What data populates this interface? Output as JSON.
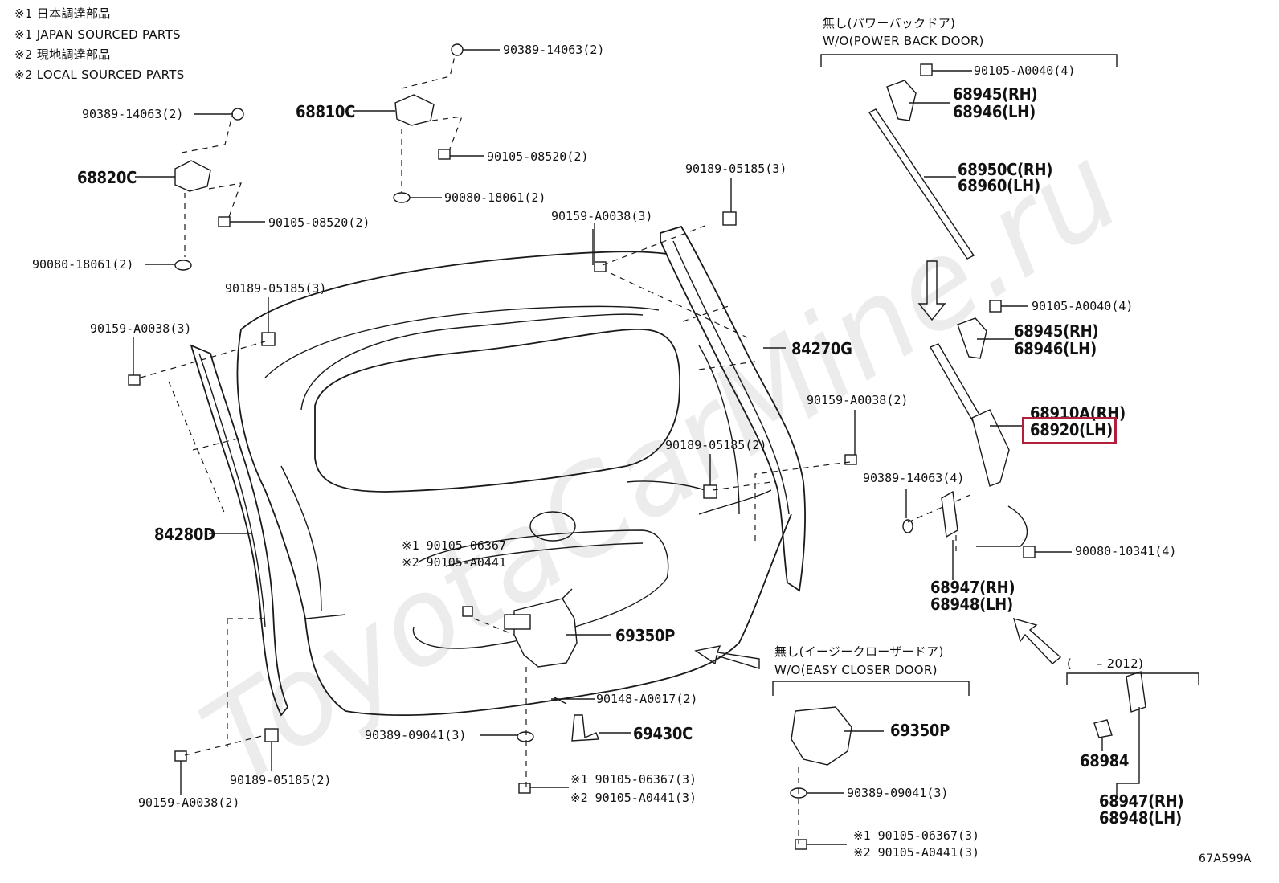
{
  "watermark": "ToyotaCarMine.ru",
  "image_code": "67A599A",
  "notes": [
    "※1 日本調達部品",
    "※1 JAPAN SOURCED PARTS",
    "※2 現地調達部品",
    "※2 LOCAL SOURCED PARTS"
  ],
  "groups": {
    "wo_power_back_door_jp": "無し(パワーバックドア)",
    "wo_power_back_door_en": "W/O(POWER BACK DOOR)",
    "wo_easy_closer_jp": "無し(イージークローザードア)",
    "wo_easy_closer_en": "W/O(EASY CLOSER DOOR)",
    "year_range": "(　　– 2012)"
  },
  "labels": {
    "p90389_14063_2a": "90389-14063(2)",
    "p90389_14063_2b": "90389-14063(2)",
    "p68810C": "68810C",
    "p90105_08520_2a": "90105-08520(2)",
    "p90080_18061_2a": "90080-18061(2)",
    "p68820C": "68820C",
    "p90105_08520_2b": "90105-08520(2)",
    "p90080_18061_2b": "90080-18061(2)",
    "p90189_05185_3a": "90189-05185(3)",
    "p90159_A0038_3a": "90159-A0038(3)",
    "p90189_05185_3b": "90189-05185(3)",
    "p90159_A0038_3b": "90159-A0038(3)",
    "p84270G": "84270G",
    "p90159_A0038_2a": "90159-A0038(2)",
    "p90189_05185_2a": "90189-05185(2)",
    "p84280D": "84280D",
    "p90105_06367": "※1 90105-06367",
    "p90105_A0441": "※2 90105-A0441",
    "p69350P_a": "69350P",
    "p90148_A0017": "90148-A0017(2)",
    "p90389_09041_3a": "90389-09041(3)",
    "p69430C": "69430C",
    "p90105_06367_3a": "※1 90105-06367(3)",
    "p90105_A0441_3a": "※2 90105-A0441(3)",
    "p90189_05185_2b": "90189-05185(2)",
    "p90159_A0038_2b": "90159-A0038(2)",
    "p90105_A0040_4a": "90105-A0040(4)",
    "p68945_RH_a": "68945(RH)",
    "p68946_LH_a": "68946(LH)",
    "p68950C_RH": "68950C(RH)",
    "p68960_LH": "68960(LH)",
    "p90105_A0040_4b": "90105-A0040(4)",
    "p68945_RH_b": "68945(RH)",
    "p68946_LH_b": "68946(LH)",
    "p68910A_RH": "68910A(RH)",
    "p68920_LH": "68920(LH)",
    "p90389_14063_4": "90389-14063(4)",
    "p90080_10341_4": "90080-10341(4)",
    "p68947_RH_a": "68947(RH)",
    "p68948_LH_a": "68948(LH)",
    "p69350P_b": "69350P",
    "p90389_09041_3b": "90389-09041(3)",
    "p90105_06367_3b": "※1 90105-06367(3)",
    "p90105_A0441_3b": "※2 90105-A0441(3)",
    "p68984": "68984",
    "p68947_RH_b": "68947(RH)",
    "p68948_LH_b": "68948(LH)"
  },
  "highlight_color": "#b0203c"
}
